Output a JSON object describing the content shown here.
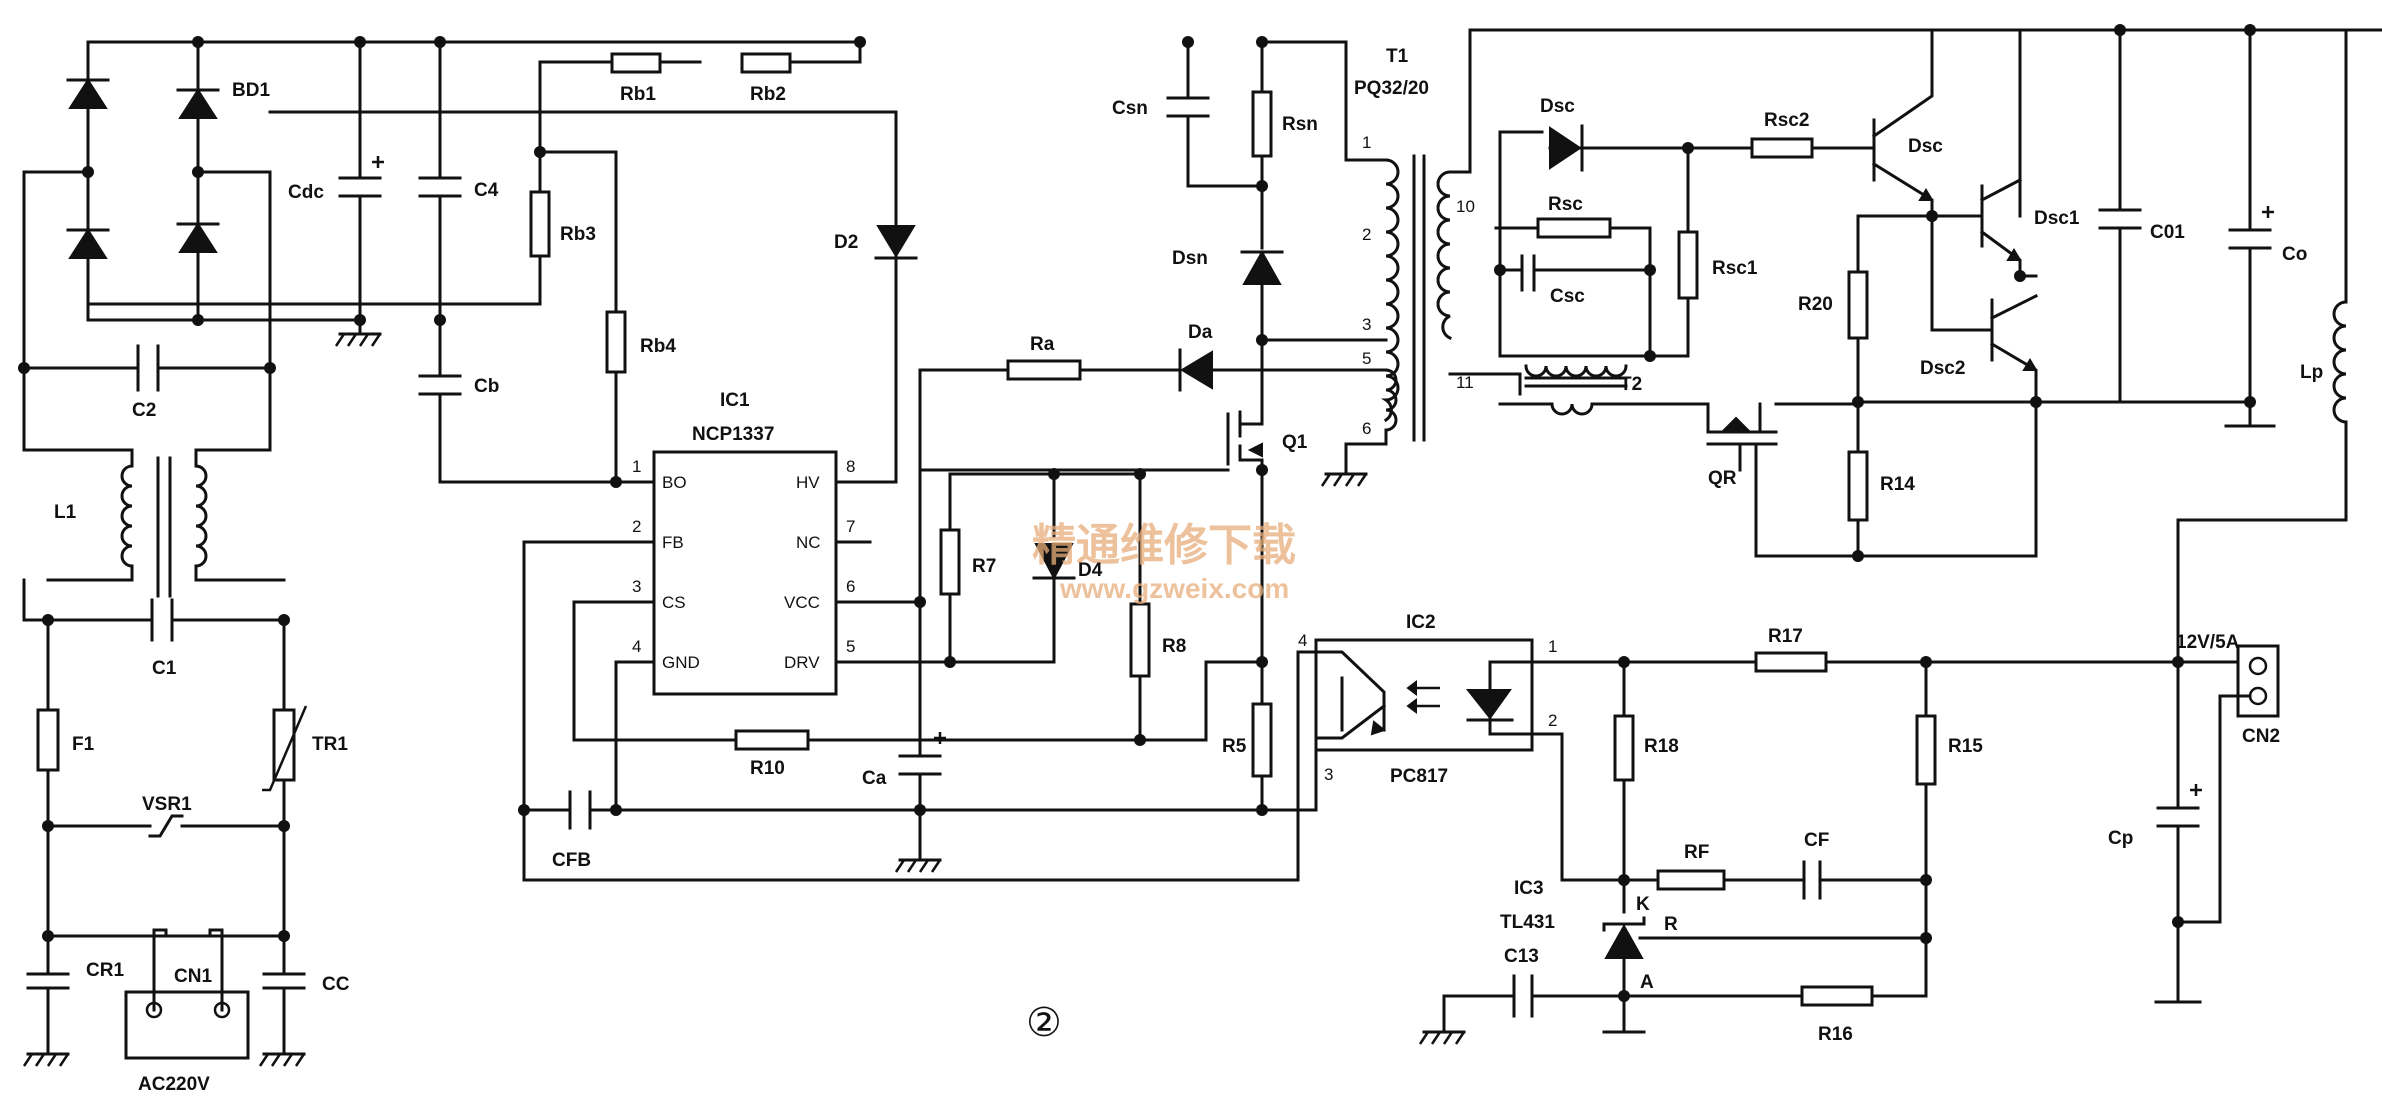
{
  "figure_number": "②",
  "watermark": {
    "title": "精通维修下载",
    "url": "www.gzweix.com"
  },
  "input": {
    "connector": "CN1",
    "voltage": "AC220V"
  },
  "output": {
    "rating": "12V/5A",
    "connector": "CN2"
  },
  "labels": {
    "BD1": "BD1",
    "Cdc": "Cdc",
    "C4": "C4",
    "Cb": "Cb",
    "C2": "C2",
    "L1": "L1",
    "C1": "C1",
    "F1": "F1",
    "TR1": "TR1",
    "VSR1": "VSR1",
    "CR1": "CR1",
    "CC": "CC",
    "Rb1": "Rb1",
    "Rb2": "Rb2",
    "Rb3": "Rb3",
    "Rb4": "Rb4",
    "D2": "D2",
    "Csn": "Csn",
    "Rsn": "Rsn",
    "Dsn": "Dsn",
    "Ra": "Ra",
    "Da": "Da",
    "Q1": "Q1",
    "R7": "R7",
    "D4": "D4",
    "R8": "R8",
    "R10": "R10",
    "Ca": "Ca",
    "R5": "R5",
    "CFB": "CFB",
    "T1": "T1",
    "T1_core": "PQ32/20",
    "Dsc": "Dsc",
    "Rsc2": "Rsc2",
    "Rsc": "Rsc",
    "Csc": "Csc",
    "Rsc1": "Rsc1",
    "T2": "T2",
    "Dsc_q": "Dsc",
    "Dsc1": "Dsc1",
    "Dsc2": "Dsc2",
    "R20": "R20",
    "R14": "R14",
    "QR": "QR",
    "C01": "C01",
    "Co": "Co",
    "Lp": "Lp",
    "IC2": "IC2",
    "IC2_part": "PC817",
    "R17": "R17",
    "R18": "R18",
    "R15": "R15",
    "RF": "RF",
    "CF": "CF",
    "IC3": "IC3",
    "IC3_part": "TL431",
    "K": "K",
    "R": "R",
    "A": "A",
    "C13": "C13",
    "R16": "R16",
    "Cp": "Cp"
  },
  "ic1": {
    "ref": "IC1",
    "part": "NCP1337",
    "pins": [
      {
        "num": "1",
        "name": "BO"
      },
      {
        "num": "2",
        "name": "FB"
      },
      {
        "num": "3",
        "name": "CS"
      },
      {
        "num": "4",
        "name": "GND"
      },
      {
        "num": "8",
        "name": "HV"
      },
      {
        "num": "7",
        "name": "NC"
      },
      {
        "num": "6",
        "name": "VCC"
      },
      {
        "num": "5",
        "name": "DRV"
      }
    ]
  },
  "pin_numbers": {
    "t1_p1": "1",
    "t1_p2": "2",
    "t1_p3": "3",
    "t1_p5": "5",
    "t1_p6": "6",
    "t1_s10": "10",
    "t1_s11": "11",
    "pc_1": "1",
    "pc_2": "2",
    "pc_3": "3",
    "pc_4": "4"
  }
}
